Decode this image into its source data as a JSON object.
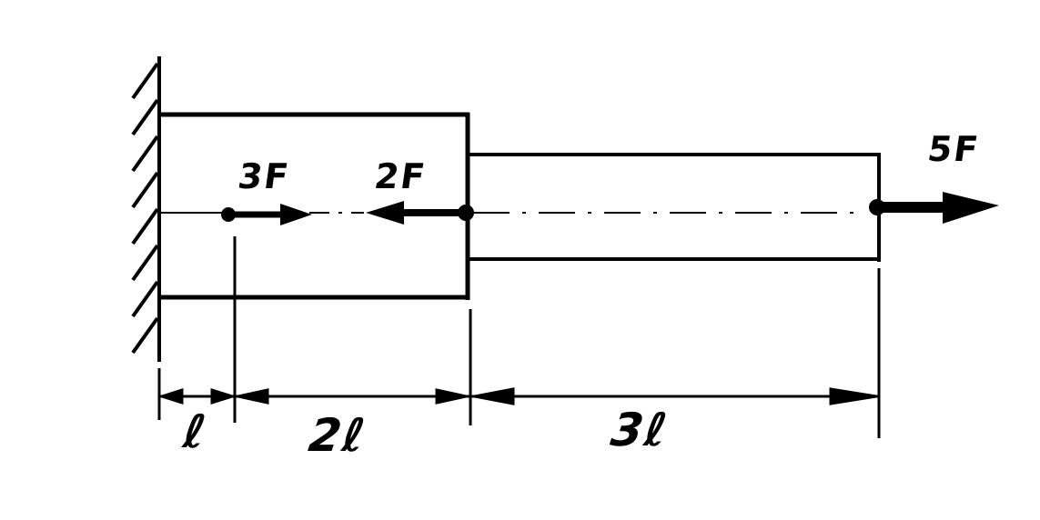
{
  "forces": [
    {
      "label": "3F",
      "direction": "right"
    },
    {
      "label": "2F",
      "direction": "left"
    },
    {
      "label": "5F",
      "direction": "right"
    }
  ],
  "dimensions": [
    {
      "label": "ℓ"
    },
    {
      "label": "2ℓ"
    },
    {
      "label": "3ℓ"
    }
  ]
}
